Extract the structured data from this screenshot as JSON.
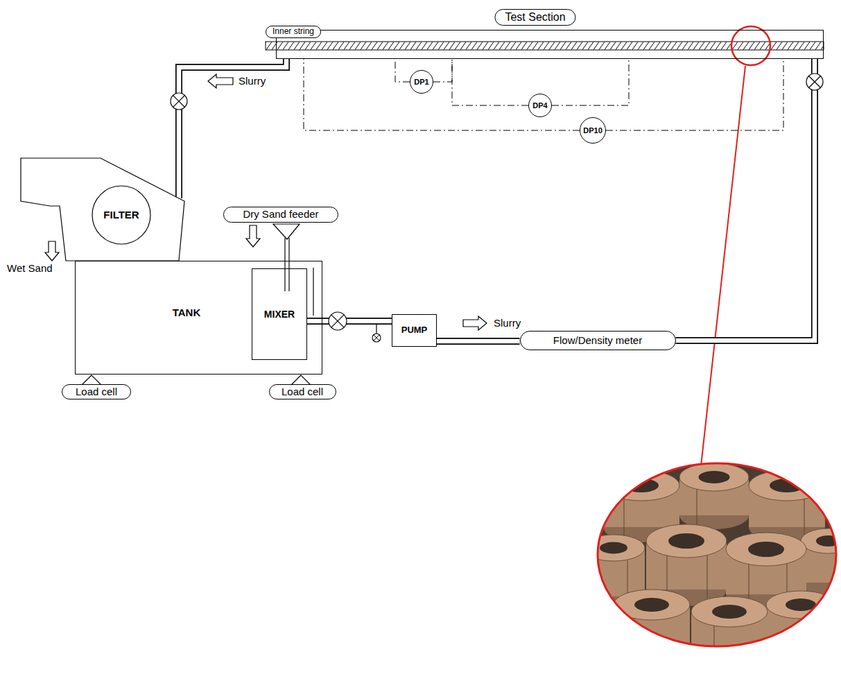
{
  "diagram": {
    "nodes": [
      {
        "text": [
          "Test Section"
        ]
      },
      {
        "text": [
          "DP1"
        ]
      },
      {
        "text": [
          "DP4"
        ]
      },
      {
        "text": [
          "DP10"
        ]
      },
      {
        "text": [
          "FILTER"
        ]
      },
      {
        "text": [
          "Dry Sand feeder"
        ]
      },
      {
        "text": [
          "TANK"
        ]
      },
      {
        "text": [
          "MIXER"
        ],
        "in": 6
      },
      {
        "text": [
          "PUMP"
        ]
      },
      {
        "text": [
          "Flow/Density meter"
        ]
      },
      {
        "text": [
          "Load cell"
        ]
      },
      {
        "text": [
          "Load cell"
        ]
      }
    ],
    "edges": [
      {
        "from": 7,
        "to": 8,
        "arrow": "none"
      },
      {
        "from": 8,
        "to": 9,
        "arrow": "none"
      },
      {
        "from": 9,
        "to": 0,
        "arrow": "none"
      },
      {
        "from": 0,
        "to": 4,
        "arrow": "none"
      },
      {
        "from": 1,
        "to": 0,
        "arrow": "none"
      },
      {
        "from": 1,
        "to": 0,
        "arrow": "none"
      },
      {
        "from": 2,
        "to": 0,
        "arrow": "none"
      },
      {
        "from": 2,
        "to": 0,
        "arrow": "none"
      },
      {
        "from": 3,
        "to": 0,
        "arrow": "none"
      },
      {
        "from": 3,
        "to": 0,
        "arrow": "none"
      }
    ],
    "labels": [
      "Inner string",
      "Slurry",
      "Wet Sand",
      "Slurry"
    ]
  }
}
